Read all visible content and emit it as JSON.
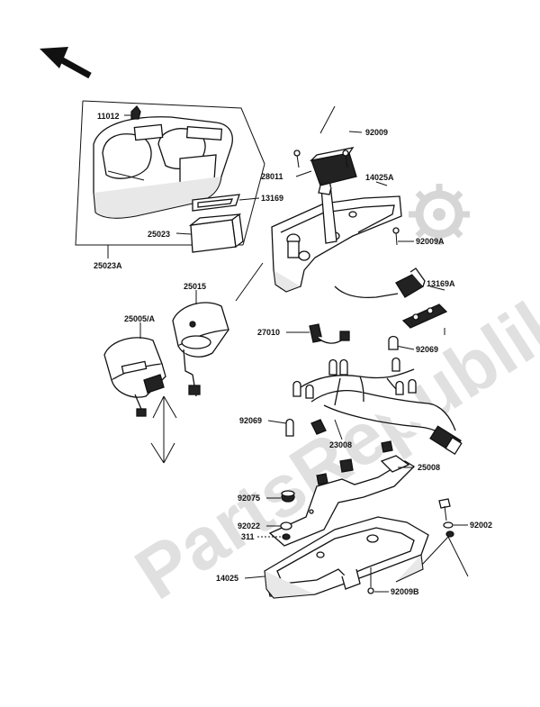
{
  "watermark": {
    "text": "PartsRepublik"
  },
  "labels": {
    "l11012": "11012",
    "l13169": "13169",
    "l25023": "25023",
    "l25023A": "25023A",
    "l92009": "92009",
    "l28011": "28011",
    "l14025A": "14025A",
    "l92009A": "92009A",
    "l13169A": "13169A",
    "l25015": "25015",
    "l25005SA": "25005/A",
    "l27010": "27010",
    "l92069a": "92069",
    "l92069b": "92069",
    "l23008": "23008",
    "l25008": "25008",
    "l92075": "92075",
    "l92022": "92022",
    "l311": "311",
    "l92002": "92002",
    "l14025": "14025",
    "l92009B": "92009B"
  },
  "colors": {
    "ink": "#111111",
    "watermark": "#d6d6d6"
  }
}
